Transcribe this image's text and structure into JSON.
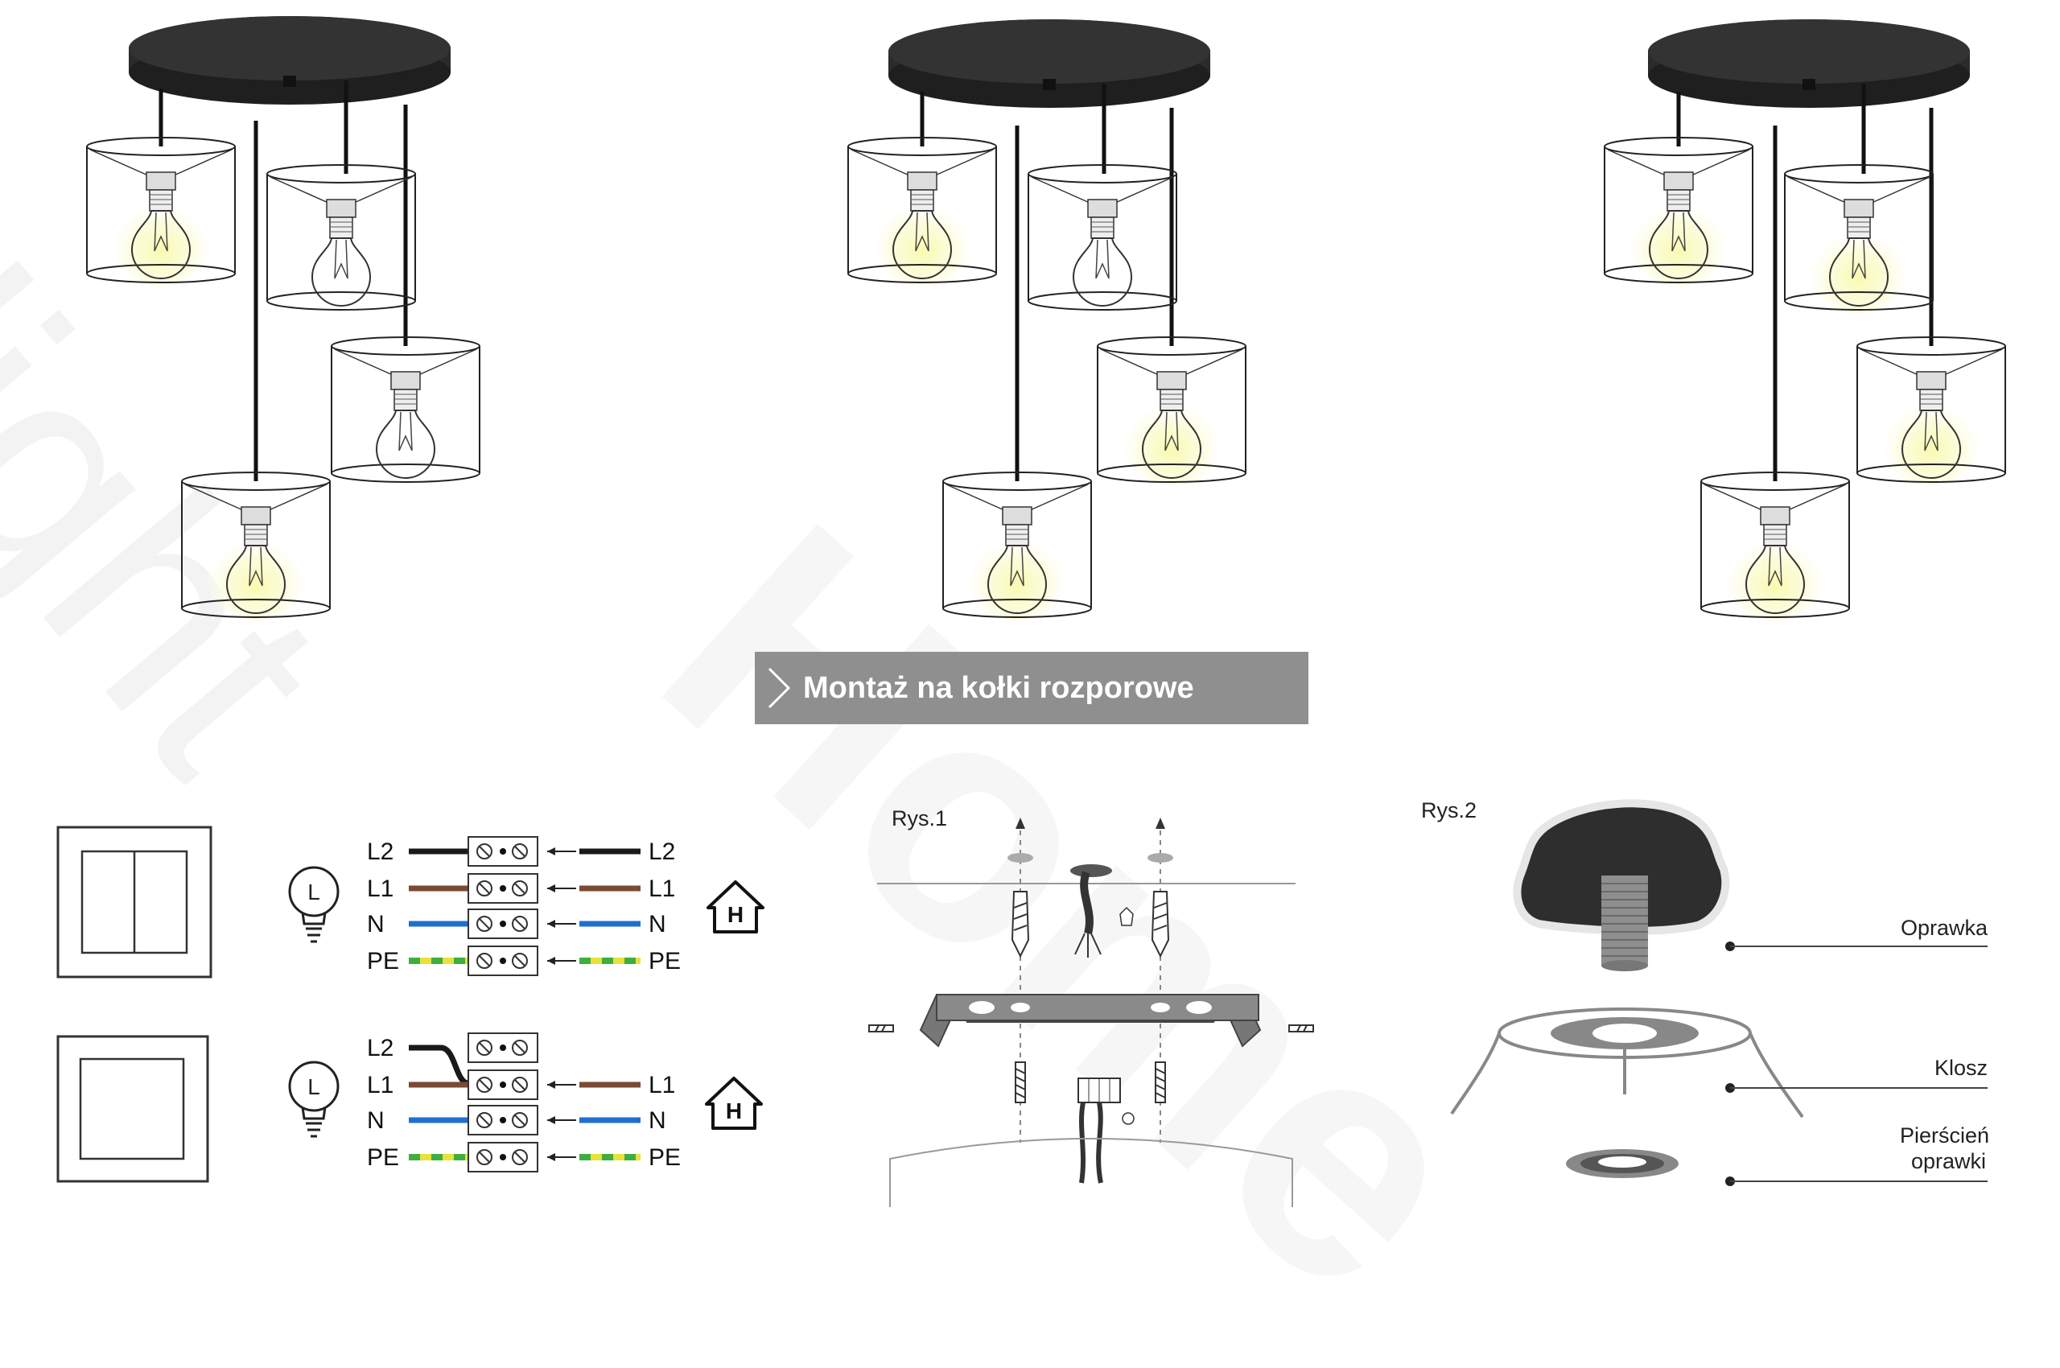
{
  "mount_button": {
    "label": "Montaż na kołki rozporowe"
  },
  "wiring": {
    "double_switch": {
      "rows_left": [
        "L2",
        "L1",
        "N",
        "PE"
      ],
      "rows_right": [
        "L2",
        "L1",
        "N",
        "PE"
      ]
    },
    "single_switch": {
      "rows_left": [
        "L2",
        "L1",
        "N",
        "PE"
      ],
      "rows_right": [
        "L1",
        "N",
        "PE"
      ]
    },
    "lamp_symbol": "L",
    "house_symbol": "H",
    "wire_colors": {
      "L2": "#1a1a1a",
      "L1": "#7a4a32",
      "N": "#1f6fd1",
      "PE_green": "#3fae3f",
      "PE_yellow": "#e8e23a"
    }
  },
  "figure1": {
    "label": "Rys.1"
  },
  "figure2": {
    "label": "Rys.2",
    "parts": [
      "Oprawka",
      "Klosz",
      "Pierścień\noprawki"
    ]
  },
  "watermark": {
    "text1": "light",
    "text2": "Home"
  },
  "lamp_variants": 3,
  "colors": {
    "button_bg": "#8f8f8f",
    "bulb_glow": "#fafbc4",
    "canopy": "#2b2b2b"
  }
}
